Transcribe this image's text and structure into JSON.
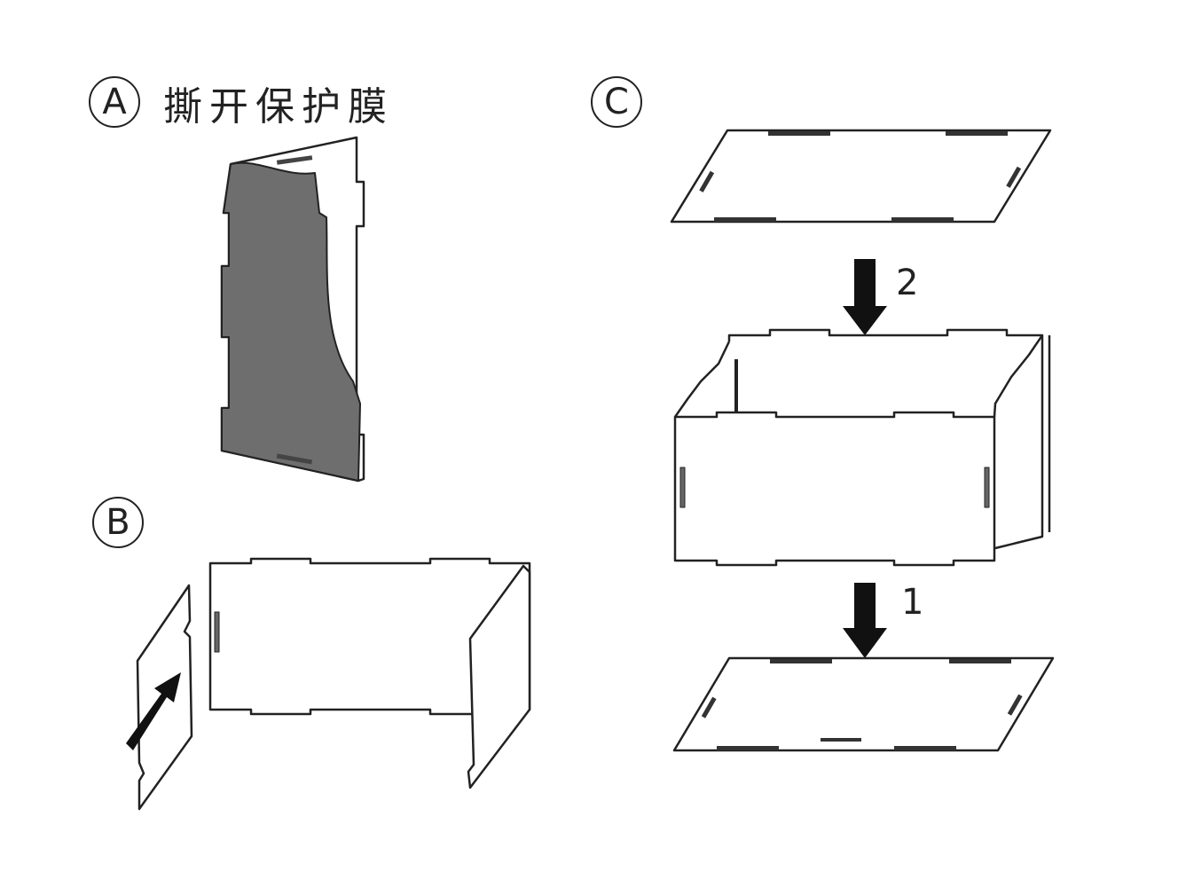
{
  "steps": [
    {
      "marker": "A",
      "caption": "撕开保护膜"
    },
    {
      "marker": "B"
    },
    {
      "marker": "C"
    }
  ],
  "arrows": [
    {
      "label": "2"
    },
    {
      "label": "1"
    }
  ],
  "colors": {
    "line": "#222222",
    "film": "#6e6e6e"
  }
}
